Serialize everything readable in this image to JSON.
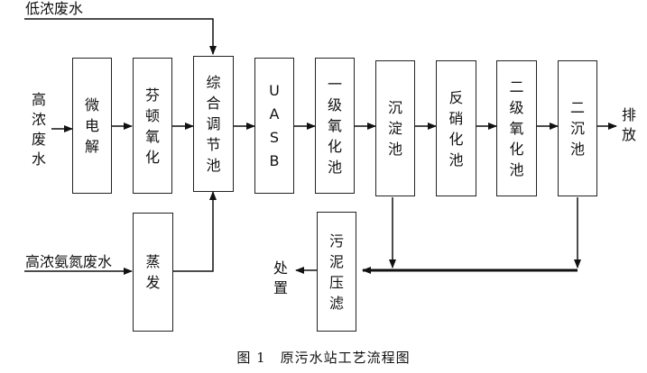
{
  "inputs": {
    "low_conc": "低浓废水",
    "high_conc": "高浓废水",
    "high_ammonia": "高浓氨氮废水"
  },
  "outputs": {
    "discharge": "排放",
    "disposal": "处置"
  },
  "units": {
    "micro_electrolysis": "微电解",
    "fenton": "芬顿氧化",
    "equalization": "综合调节池",
    "uasb": "UASB",
    "primary_oxidation": "一级氧化池",
    "sedimentation": "沉淀池",
    "denitrification": "反硝化池",
    "secondary_oxidation": "二级氧化池",
    "secondary_clarifier": "二沉池",
    "evaporation": "蒸发",
    "sludge_filter": "污泥压滤"
  },
  "caption": "图 1　原污水站工艺流程图"
}
